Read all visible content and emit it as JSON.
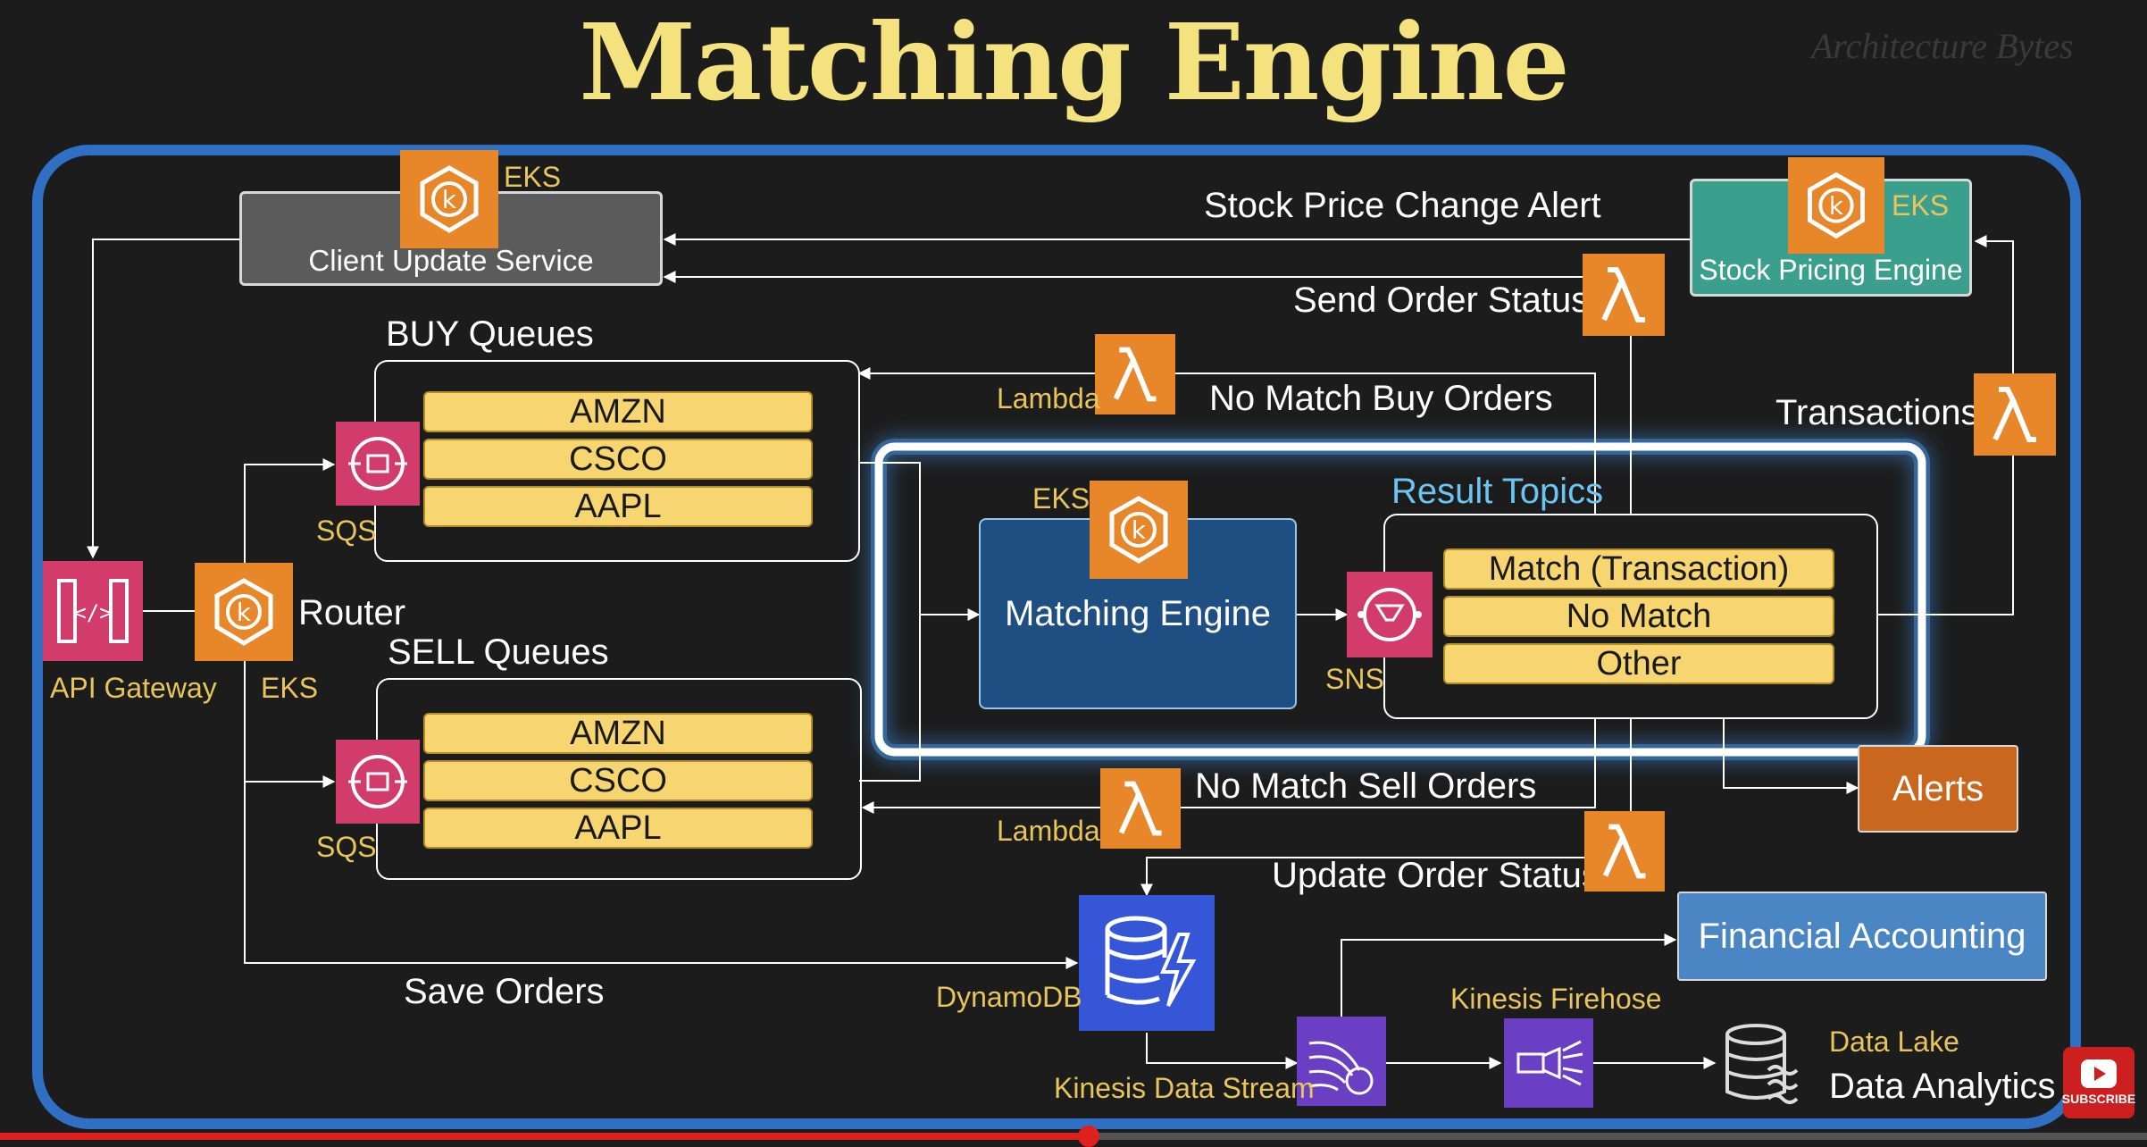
{
  "title": "Matching Engine",
  "watermark": "Architecture Bytes",
  "nodes": {
    "client_update_service": {
      "label": "Client Update Service",
      "tag": "EKS"
    },
    "stock_pricing_engine": {
      "label": "Stock Pricing Engine",
      "tag": "EKS"
    },
    "api_gateway": {
      "label": "API Gateway"
    },
    "router": {
      "label": "Router",
      "tag": "EKS"
    },
    "buy_queues": {
      "label": "BUY Queues",
      "service": "SQS",
      "items": [
        "AMZN",
        "CSCO",
        "AAPL"
      ]
    },
    "sell_queues": {
      "label": "SELL Queues",
      "service": "SQS",
      "items": [
        "AMZN",
        "CSCO",
        "AAPL"
      ]
    },
    "matching_engine": {
      "label": "Matching Engine",
      "tag": "EKS"
    },
    "result_topics": {
      "label": "Result Topics",
      "service": "SNS",
      "items": [
        "Match (Transaction)",
        "No Match",
        "Other"
      ]
    },
    "alerts": {
      "label": "Alerts"
    },
    "financial_accounting": {
      "label": "Financial Accounting"
    },
    "dynamodb": {
      "label": "DynamoDB"
    },
    "kinesis_data_stream": {
      "label": "Kinesis Data Stream"
    },
    "kinesis_firehose": {
      "label": "Kinesis Firehose"
    },
    "data_lake": {
      "label": "Data Lake",
      "sublabel": "Data Analytics"
    }
  },
  "flows": {
    "stock_price_change_alert": "Stock Price Change Alert",
    "send_order_status": "Send Order Status",
    "no_match_buy_orders": "No Match Buy Orders",
    "no_match_sell_orders": "No Match Sell Orders",
    "transactions": "Transactions",
    "update_order_status": "Update Order Status",
    "save_orders": "Save Orders",
    "lambda_buy": "Lambda",
    "lambda_sell": "Lambda"
  },
  "video": {
    "subscribe_label": "SUBSCRIBE",
    "progress": 0.507
  },
  "colors": {
    "title": "#f3e27e",
    "frame": "#2f6fc4",
    "eks": "#e8862a",
    "lambda": "#e8862a",
    "sqs_sns": "#d23c6a",
    "queue_item": "#f7d672",
    "matching_engine": "#1f4f82",
    "stock_pricing": "#3b9f8e",
    "financial_accounting": "#4a86c4",
    "dynamodb": "#3556d6",
    "kinesis": "#6b3fc4",
    "label_yellow": "#e8c55a"
  }
}
